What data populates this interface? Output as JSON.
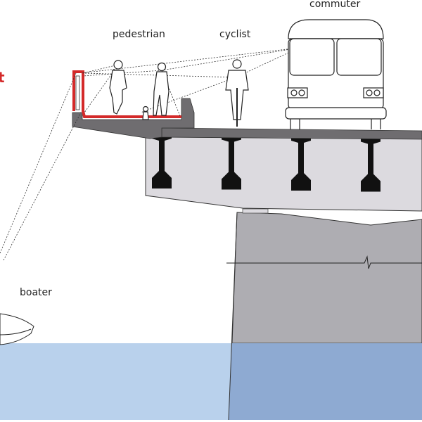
{
  "labels": {
    "partial_red": "t",
    "pedestrian": "pedestrian",
    "cyclist": "cyclist",
    "commuter": "commuter",
    "boater": "boater"
  },
  "colors": {
    "railing": "#d42a2a",
    "deck": "#6f6d70",
    "box_girder": "#dcdadf",
    "pier": "#aeadb2",
    "water": "#b9d1ec",
    "water_under_pier": "#8eaad2",
    "girders": "#111111"
  }
}
